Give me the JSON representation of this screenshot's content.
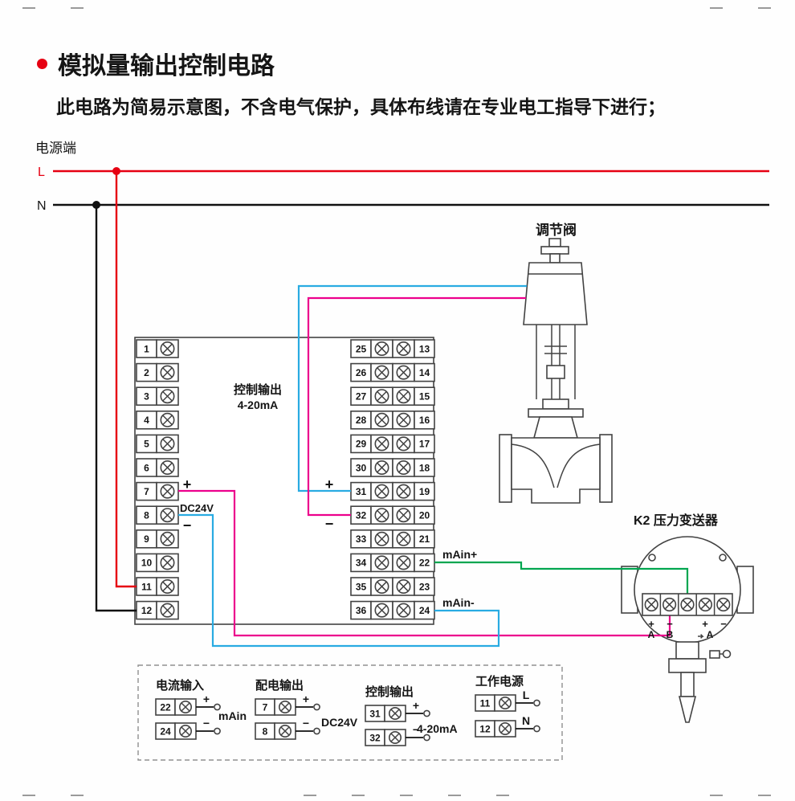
{
  "page": {
    "title": "模拟量输出控制电路",
    "subtitle": "此电路为简易示意图，不含电气保护，具体布线请在专业电工指导下进行；"
  },
  "power": {
    "label": "电源端",
    "line_l": "L",
    "line_n": "N"
  },
  "terminal_block": {
    "left_numbers": [
      "1",
      "2",
      "3",
      "4",
      "5",
      "6",
      "7",
      "8",
      "9",
      "10",
      "11",
      "12"
    ],
    "right_left_numbers": [
      "25",
      "26",
      "27",
      "28",
      "29",
      "30",
      "31",
      "32",
      "33",
      "34",
      "35",
      "36"
    ],
    "right_right_numbers": [
      "13",
      "14",
      "15",
      "16",
      "17",
      "18",
      "19",
      "20",
      "21",
      "22",
      "23",
      "24"
    ],
    "control_output_line1": "控制输出",
    "control_output_line2": "4-20mA",
    "dc24v_label": "DC24V",
    "plus_7": "+",
    "minus_8": "−",
    "plus_31": "+",
    "minus_32": "−",
    "main_plus_label": "mAin+",
    "main_minus_label": "mAin-"
  },
  "valve": {
    "label": "调节阀"
  },
  "transmitter": {
    "label": "K2 压力变送器",
    "signs": [
      "+",
      "−",
      "+",
      "−"
    ],
    "letters": [
      "A",
      "B",
      "A"
    ]
  },
  "legend": {
    "groups": [
      {
        "title": "电流输入",
        "rows": [
          {
            "num": "22",
            "sign": "+"
          },
          {
            "num": "24",
            "sign": "−"
          }
        ],
        "center_label": "mAin"
      },
      {
        "title": "配电输出",
        "rows": [
          {
            "num": "7",
            "sign": "+"
          },
          {
            "num": "8",
            "sign": "−"
          }
        ],
        "center_label": "DC24V"
      },
      {
        "title": "控制输出",
        "rows": [
          {
            "num": "31",
            "sign": "+"
          },
          {
            "num": "32",
            "sign": "−"
          }
        ],
        "center_label": "4-20mA"
      },
      {
        "title": "工作电源",
        "rows": [
          {
            "num": "11",
            "sign": "L"
          },
          {
            "num": "12",
            "sign": "N"
          }
        ],
        "center_label": ""
      }
    ]
  },
  "colors": {
    "red": "#e60012",
    "black": "#111111",
    "blue": "#29abe2",
    "pink": "#ec008c",
    "green": "#00a650",
    "outline": "#424242"
  }
}
